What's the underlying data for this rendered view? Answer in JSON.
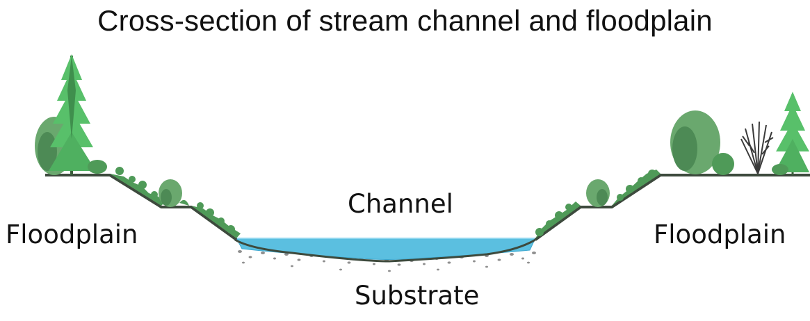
{
  "title": "Cross-section of stream channel and floodplain",
  "labels": {
    "channel": "Channel",
    "floodplain_left": "Floodplain",
    "floodplain_right": "Floodplain",
    "substrate": "Substrate"
  },
  "colors": {
    "water": "#5bbfe0",
    "water_dark": "#3aa7cf",
    "ground_line": "#3d4a3d",
    "vegetation": "#4f9a58",
    "vegetation_dark": "#2f6e3a",
    "conifer": "#58c06a",
    "substrate": "#9a9a9a"
  }
}
